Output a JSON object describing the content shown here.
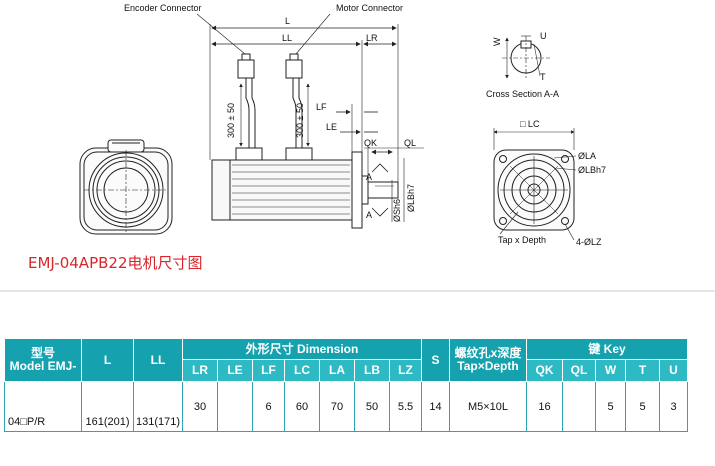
{
  "drawing": {
    "side_labels": {
      "encoder_connector": "Encoder Connector",
      "motor_connector": "Motor Connector",
      "L": "L",
      "LL": "LL",
      "LR": "LR",
      "LF": "LF",
      "LE": "LE",
      "QK": "QK",
      "QL": "QL",
      "A": "A",
      "cable_length_1": "300 ± 50",
      "cable_length_2": "300 ± 50",
      "shaft_dia": "ØSh6",
      "spigot_dia": "ØLBh7"
    },
    "cross_section": {
      "title": "Cross Section A-A",
      "W": "W",
      "U": "U",
      "T": "T"
    },
    "front_view": {
      "LC": "□ LC",
      "LA": "ØLA",
      "tap": "Tap x Depth",
      "LZ": "4-ØLZ"
    }
  },
  "caption": "EMJ-04APB22电机尺寸图",
  "table": {
    "model_header": "型号\nModel EMJ-",
    "L_header": "L",
    "LL_header": "LL",
    "dimension_header": "外形尺寸 Dimension",
    "S_header": "S",
    "tap_header": "螺纹孔x深度\nTap×Depth",
    "key_header": "键 Key",
    "dim_cols": [
      "LR",
      "LE",
      "LF",
      "LC",
      "LA",
      "LB",
      "LZ"
    ],
    "key_cols": [
      "QK",
      "QL",
      "W",
      "T",
      "U"
    ],
    "row": {
      "model": "04□P/R",
      "L": "161(201)",
      "LL": "131(171)",
      "LR": "30",
      "LE": "",
      "LF": "6",
      "LC": "60",
      "LA": "70",
      "LB": "50",
      "LZ": "5.5",
      "S": "14",
      "tap": "M5×10L",
      "QK": "16",
      "QL": "",
      "W": "5",
      "T": "5",
      "U": "3"
    }
  },
  "colors": {
    "header_teal": "#15a2ae",
    "subheader_teal": "#2dbac4",
    "caption_red": "#d8262b"
  }
}
